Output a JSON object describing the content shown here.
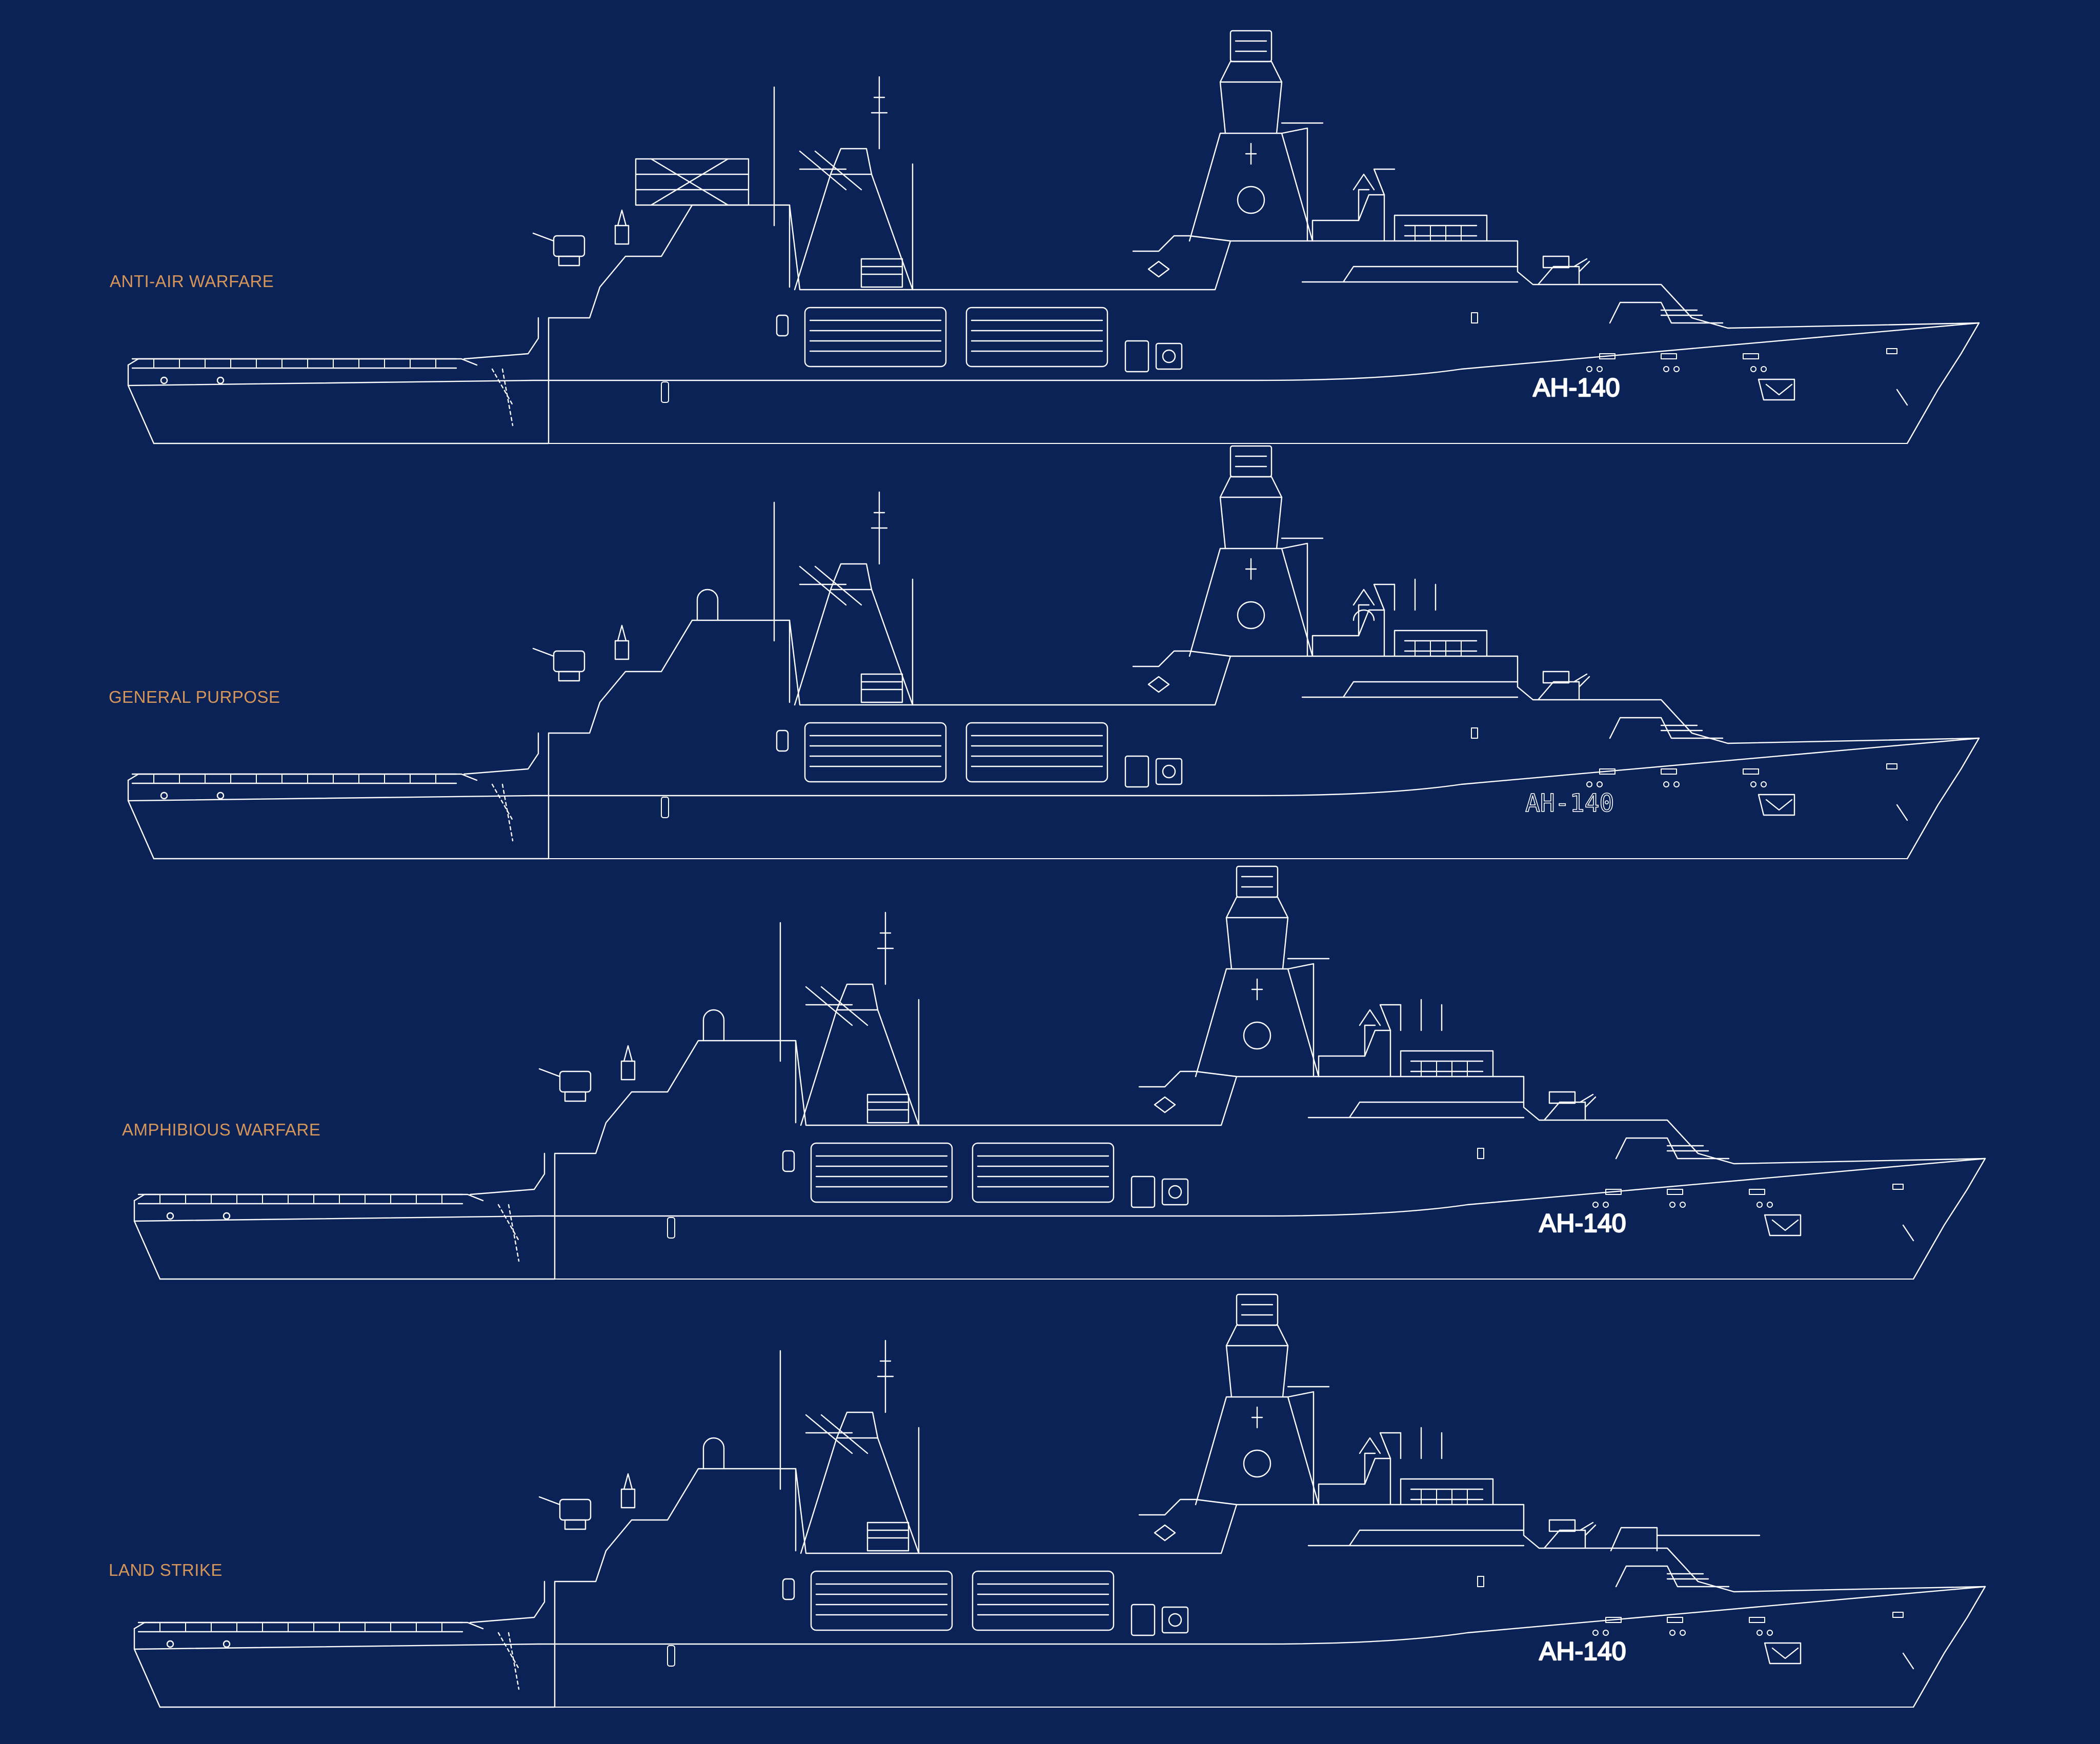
{
  "colors": {
    "background": "#0b2257",
    "line": "#ffffff",
    "label": "#d6965a"
  },
  "profiles": [
    {
      "variant_label": "ANTI-AIR WARFARE",
      "hull_number": "AH-140",
      "hull_number_style": "solid"
    },
    {
      "variant_label": "GENERAL PURPOSE",
      "hull_number": "AH-140",
      "hull_number_style": "stencil"
    },
    {
      "variant_label": "AMPHIBIOUS WARFARE",
      "hull_number": "AH-140",
      "hull_number_style": "solid"
    },
    {
      "variant_label": "LAND STRIKE",
      "hull_number": "AH-140",
      "hull_number_style": "solid"
    }
  ]
}
